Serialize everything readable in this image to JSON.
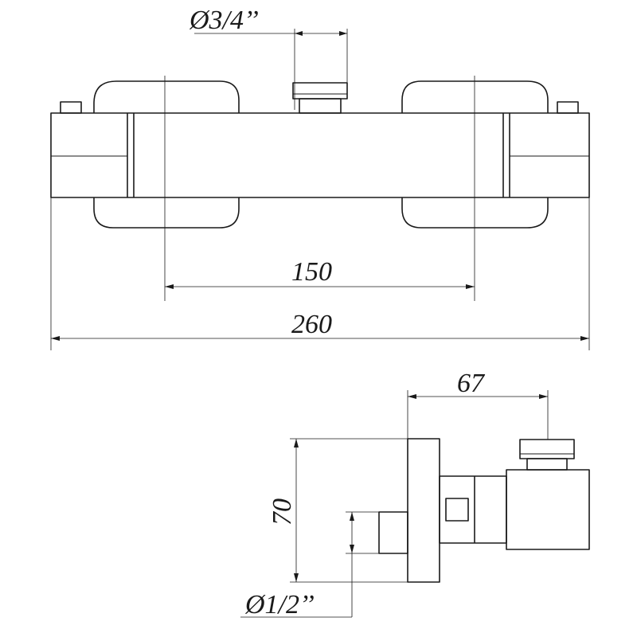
{
  "dimensions": {
    "inlet_thread": "Ø3/4’’",
    "center_distance": "150",
    "overall_length": "260",
    "depth": "67",
    "height": "70",
    "outlet_thread": "Ø1/2’’"
  }
}
